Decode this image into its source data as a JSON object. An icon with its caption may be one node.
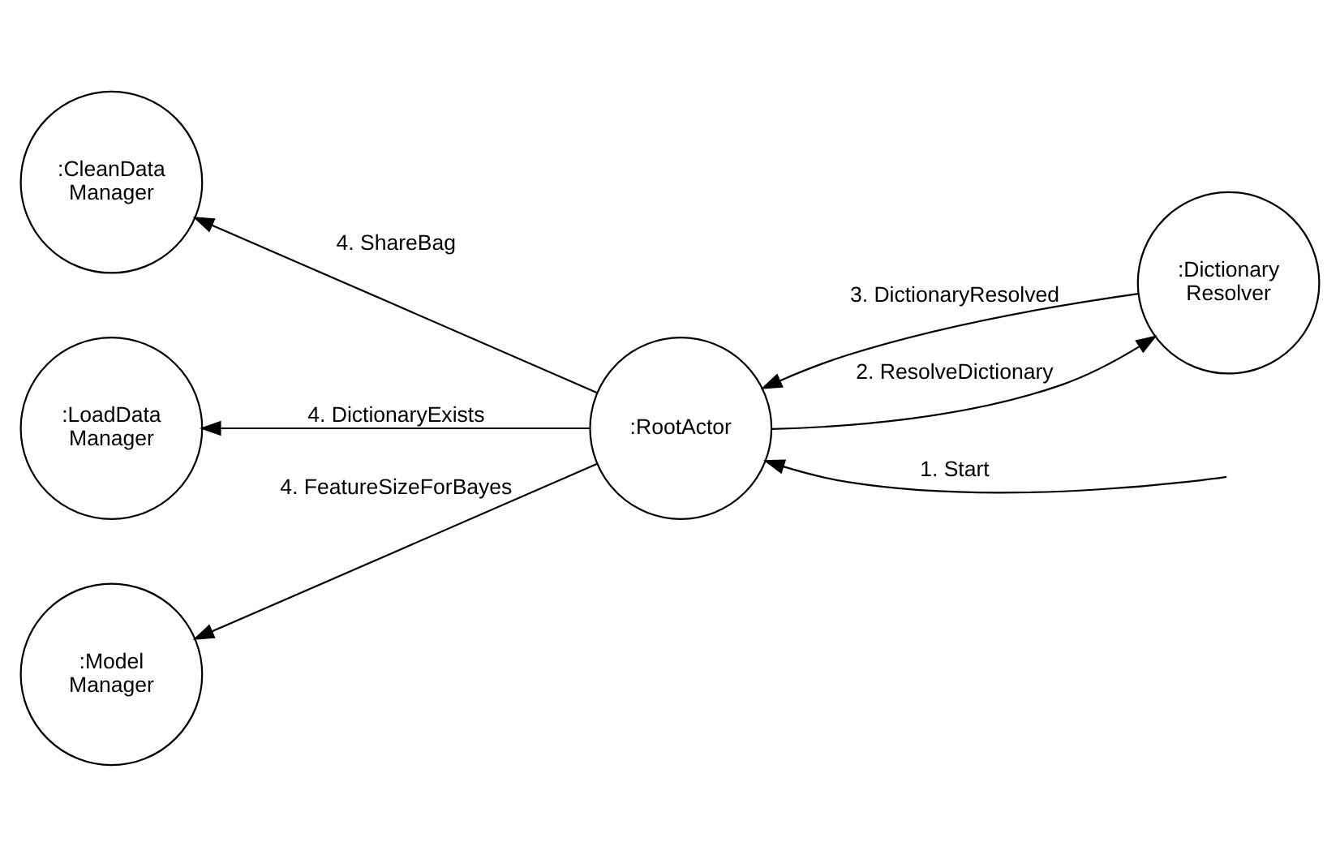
{
  "diagram": {
    "nodes": [
      {
        "text": [
          ":CleanData Manager"
        ]
      },
      {
        "text": [
          ":RootActor"
        ]
      },
      {
        "text": [
          ":LoadData Manager"
        ]
      },
      {
        "text": [
          ":Dictionary Resolver"
        ]
      },
      {
        "text": [
          ":Model Manager"
        ]
      }
    ],
    "edges": [
      {
        "from": null,
        "to": 1,
        "arrow": "to",
        "label": "1. Start"
      },
      {
        "from": 1,
        "to": 3,
        "arrow": "to",
        "label": "2. ResolveDictionary"
      },
      {
        "from": 3,
        "to": 1,
        "arrow": "to",
        "label": "3. DictionaryResolved"
      },
      {
        "from": 1,
        "to": 0,
        "arrow": "to",
        "label": "4. ShareBag"
      },
      {
        "from": 1,
        "to": 2,
        "arrow": "to",
        "label": "4. DictionaryExists"
      },
      {
        "from": 1,
        "to": 4,
        "arrow": "to",
        "label": "4. FeatureSizeForBayes"
      }
    ]
  }
}
